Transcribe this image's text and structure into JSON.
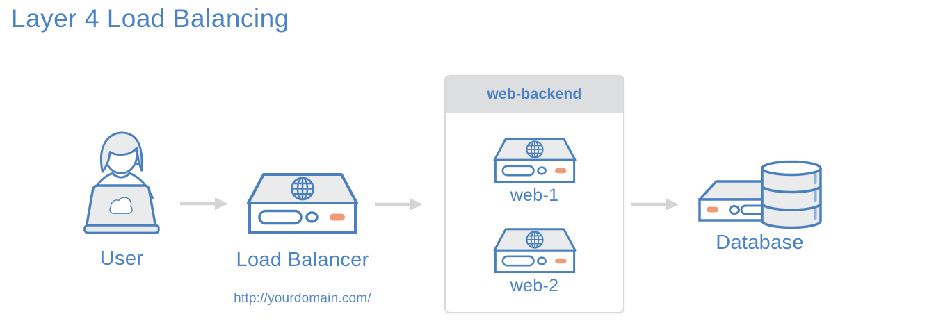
{
  "title": "Layer 4 Load Balancing",
  "nodes": {
    "user": {
      "label": "User",
      "icon": "user-laptop-icon"
    },
    "load_balancer": {
      "label": "Load Balancer",
      "url": "http://yourdomain.com/",
      "icon": "load-balancer-server-icon"
    },
    "web_backend": {
      "label": "web-backend",
      "servers": [
        {
          "label": "web-1",
          "icon": "web-server-icon"
        },
        {
          "label": "web-2",
          "icon": "web-server-icon"
        }
      ]
    },
    "database": {
      "label": "Database",
      "icon": "database-icon"
    }
  },
  "connections": [
    {
      "from": "user",
      "to": "load_balancer"
    },
    {
      "from": "load_balancer",
      "to": "web_backend"
    },
    {
      "from": "web_backend",
      "to": "database"
    }
  ],
  "colors": {
    "title_text": "#4a82c6",
    "label_text": "#4a82c6",
    "icon_stroke": "#4a80bd",
    "icon_fill_gray": "#e9ebed",
    "accent_orange": "#f09b77",
    "arrow": "#d5d5d5",
    "backend_header_bg": "#dcdee0",
    "backend_border": "#d9d9d9"
  }
}
